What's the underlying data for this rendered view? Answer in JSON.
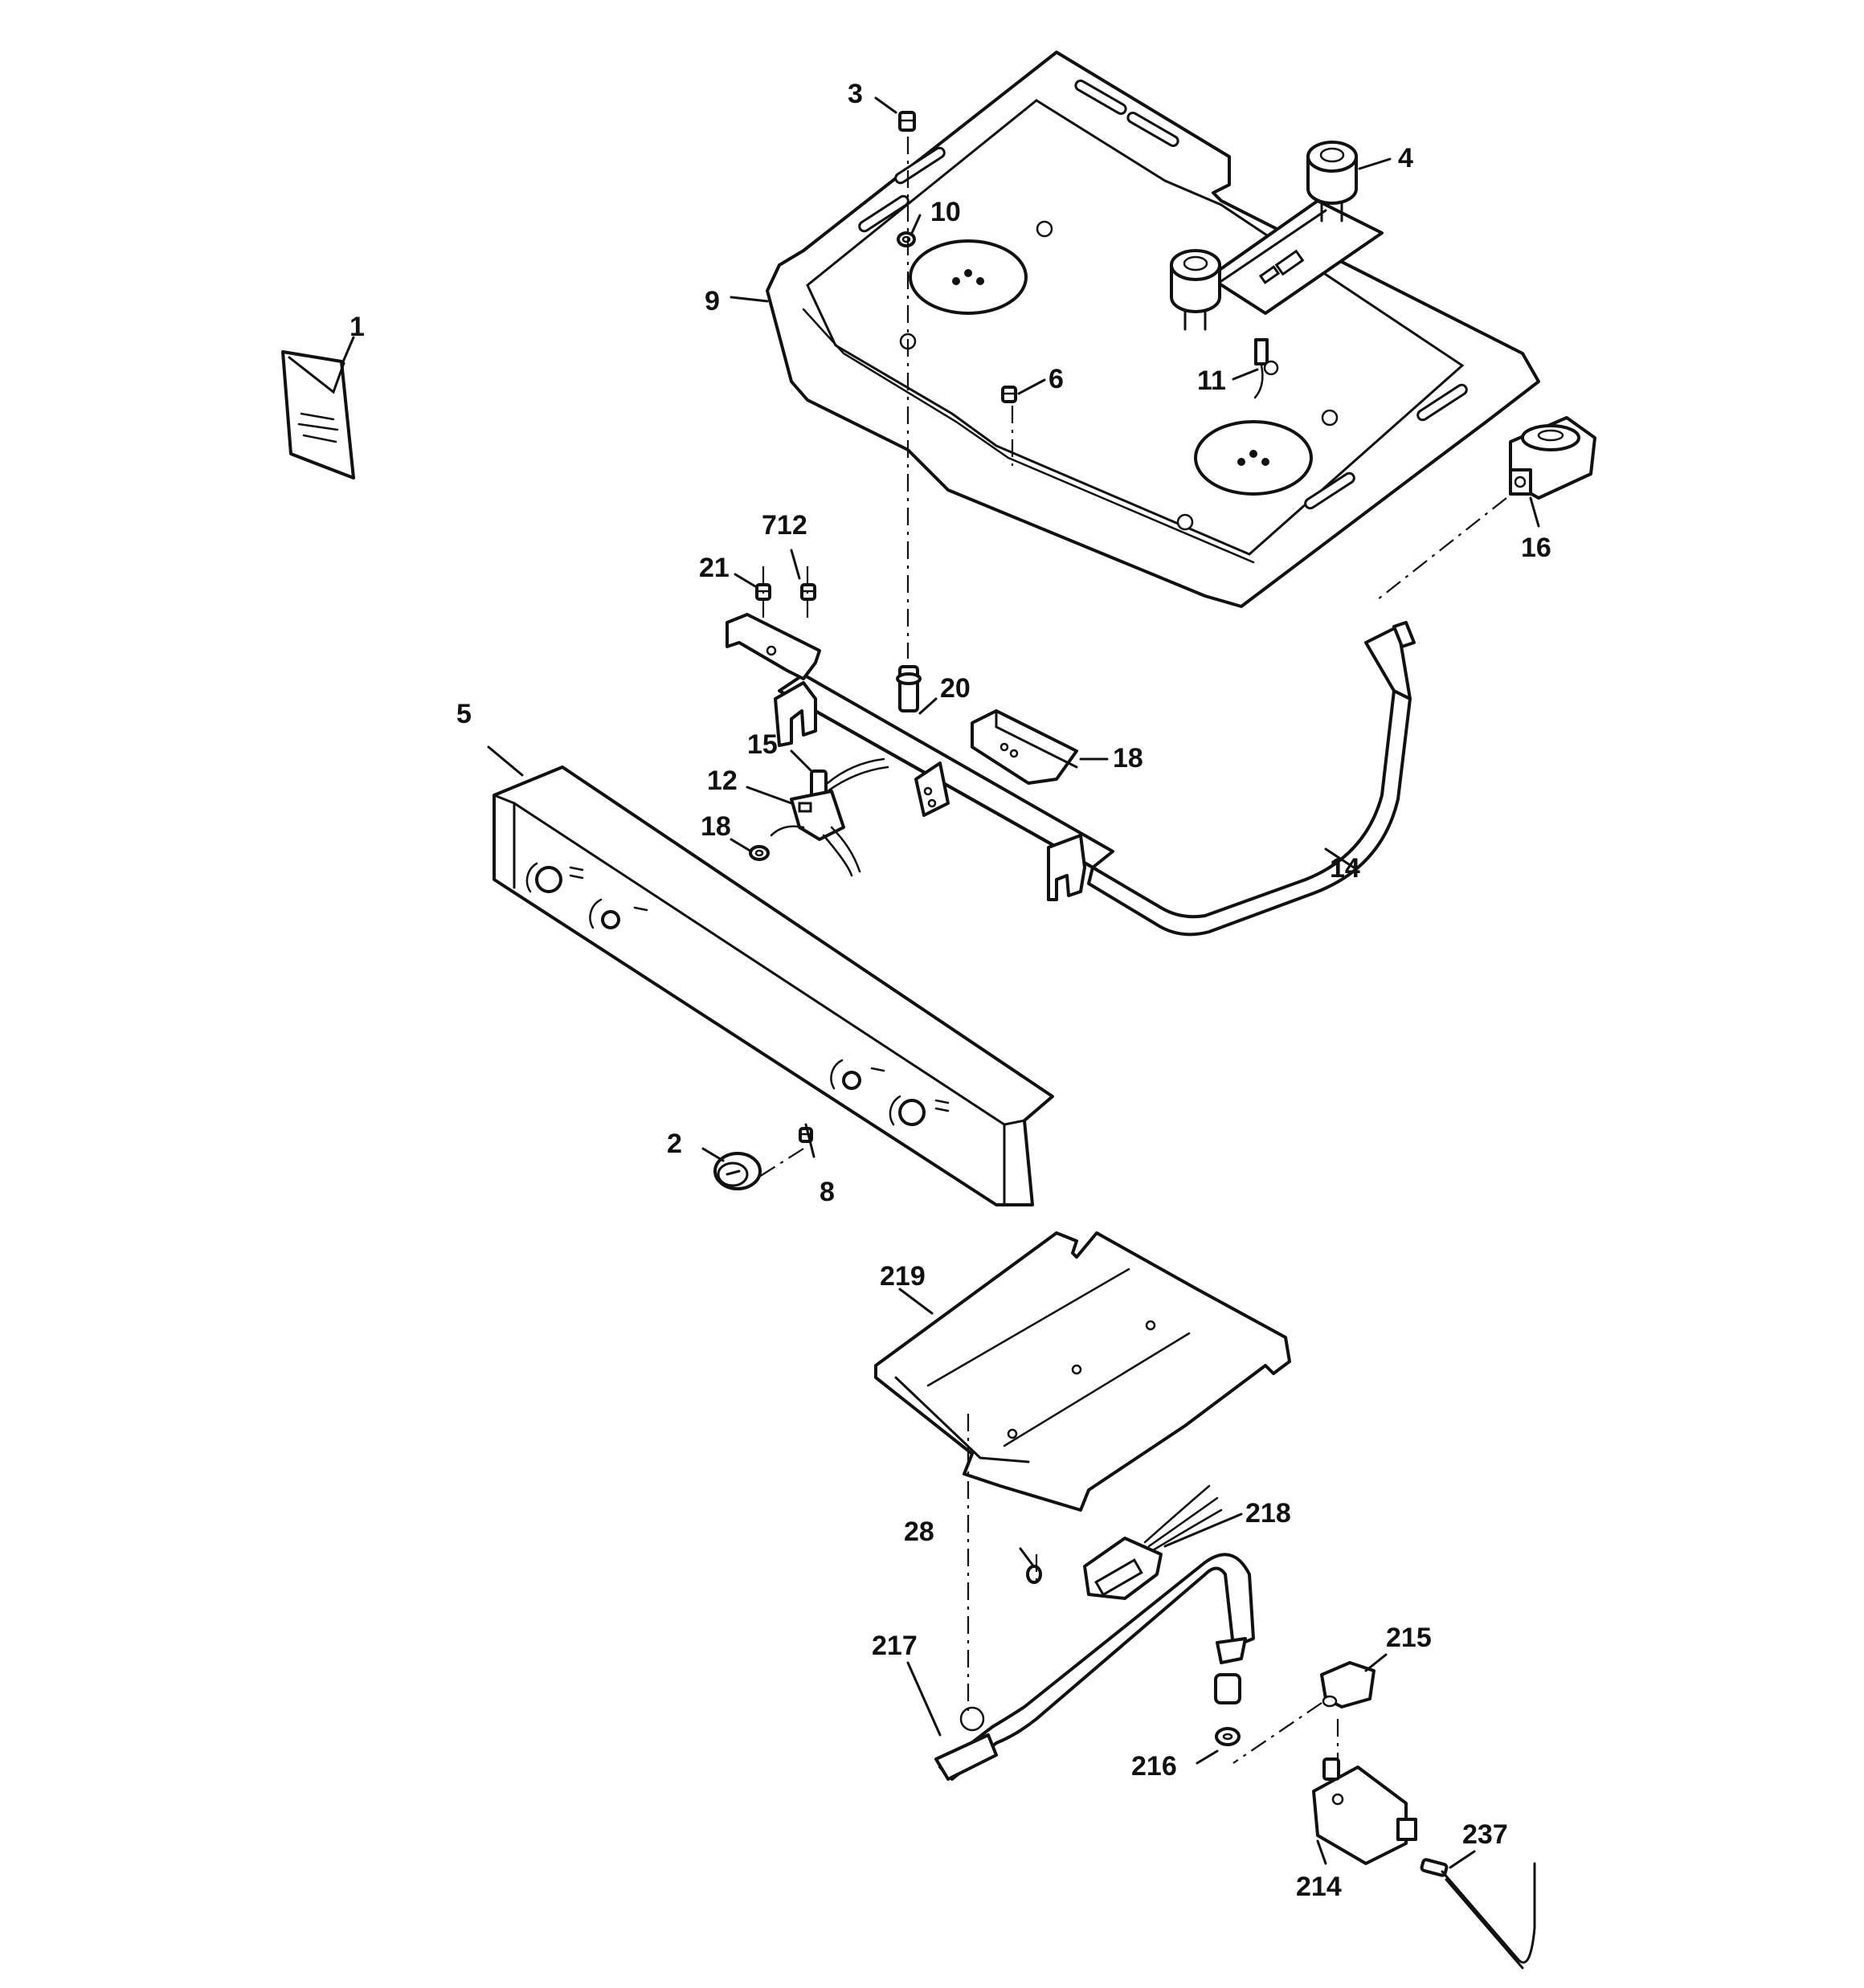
{
  "callouts": {
    "c1": "1",
    "c2": "2",
    "c3": "3",
    "c4": "4",
    "c5": "5",
    "c6": "6",
    "c8": "8",
    "c9": "9",
    "c10": "10",
    "c11": "11",
    "c12": "12",
    "c14": "14",
    "c15": "15",
    "c16": "16",
    "c18a": "18",
    "c18b": "18",
    "c20": "20",
    "c21": "21",
    "c28": "28",
    "c214": "214",
    "c215": "215",
    "c216": "216",
    "c217": "217",
    "c218": "218",
    "c219": "219",
    "c237": "237",
    "c712": "712"
  },
  "colors": {
    "ink": "#111111",
    "paper": "#ffffff"
  }
}
